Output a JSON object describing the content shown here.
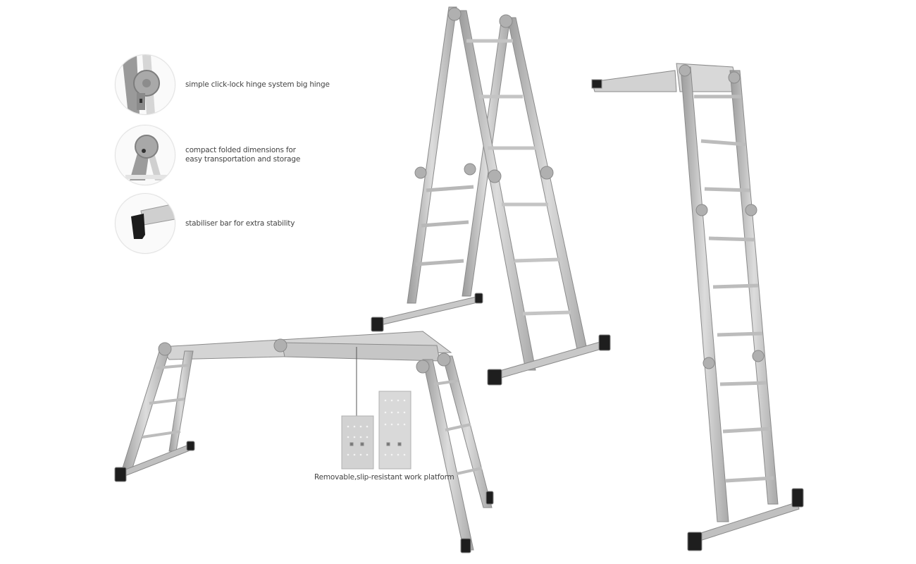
{
  "product": {
    "type": "multi-purpose folding aluminium ladder",
    "features": [
      {
        "icon": "hinge-closeup-icon",
        "text": "simple click-lock hinge system big hinge"
      },
      {
        "icon": "folded-hinge-icon",
        "text_line1": "compact folded dimensions for",
        "text_line2": "easy transportation and storage"
      },
      {
        "icon": "stabiliser-foot-icon",
        "text": "stabiliser bar for extra stability"
      }
    ],
    "platform_caption": "Removable,slip-resistant work platform",
    "configurations": [
      "A-frame stepladder",
      "straight extension ladder with top platform",
      "scaffold work platform"
    ],
    "colors": {
      "background": "#ffffff",
      "aluminium": "#c8c8c8",
      "aluminium_dark": "#8a8a8a",
      "feet": "#1e1e1e",
      "text": "#444444"
    }
  }
}
